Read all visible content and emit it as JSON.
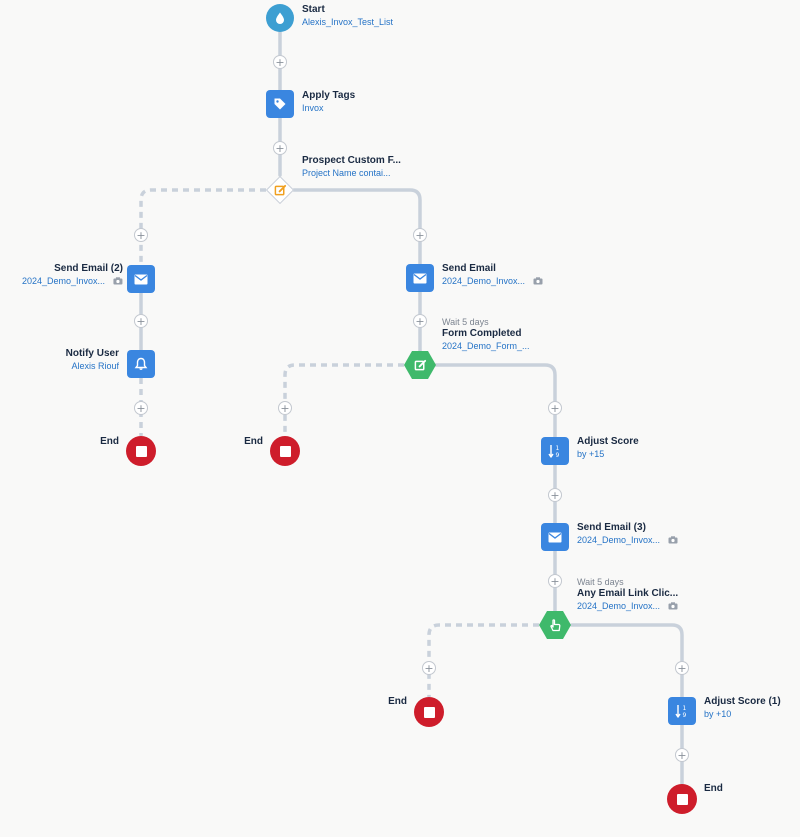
{
  "flow": {
    "start": {
      "title": "Start",
      "sub": "Alexis_Invox_Test_List"
    },
    "apply_tags": {
      "title": "Apply Tags",
      "sub": "Invox"
    },
    "rule_prospect": {
      "title": "Prospect Custom F...",
      "sub": "Project Name contai..."
    },
    "left_branch": {
      "send_email_2": {
        "title": "Send Email (2)",
        "sub": "2024_Demo_Invox..."
      },
      "notify_user": {
        "title": "Notify User",
        "sub": "Alexis Riouf"
      },
      "end": "End"
    },
    "right_branch": {
      "send_email": {
        "title": "Send Email",
        "sub": "2024_Demo_Invox..."
      },
      "form_completed": {
        "wait": "Wait 5 days",
        "title": "Form Completed",
        "sub": "2024_Demo_Form_..."
      },
      "form_no_end": "End",
      "adjust_score": {
        "title": "Adjust Score",
        "sub": "by +15"
      },
      "send_email_3": {
        "title": "Send Email (3)",
        "sub": "2024_Demo_Invox..."
      },
      "link_click": {
        "wait": "Wait 5 days",
        "title": "Any Email Link Clic...",
        "sub": "2024_Demo_Invox..."
      },
      "link_no_end": "End",
      "adjust_score_1": {
        "title": "Adjust Score (1)",
        "sub": "by +10"
      },
      "final_end": "End"
    }
  },
  "icons": {
    "start": "water-drop-icon",
    "tag": "tag-icon",
    "rule": "edit-icon",
    "email": "envelope-icon",
    "notify": "bell-icon",
    "trigger_form": "edit-icon",
    "trigger_click": "pointer-hand-icon",
    "score": "sort-numbers-icon",
    "end": "stop-icon",
    "preview": "camera-icon",
    "add": "plus-icon"
  },
  "colors": {
    "action": "#3a86e0",
    "start": "#3d9fd2",
    "trigger": "#3fb96b",
    "end": "#ce1d2b",
    "rule_icon": "#f0a020",
    "connector": "#c9d1db",
    "title_text": "#1a2a42",
    "link_text": "#2573c6"
  }
}
